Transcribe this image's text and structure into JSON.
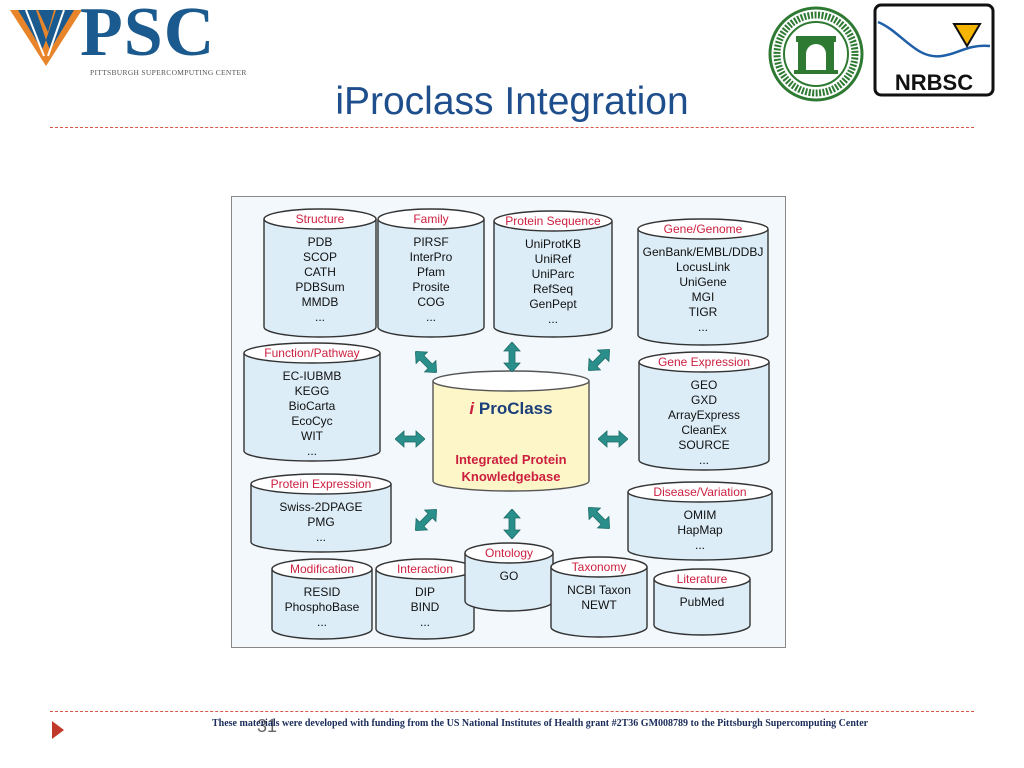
{
  "header": {
    "title": "iProclass Integration",
    "psc_logo": {
      "wordmark": "PSC",
      "subtitle": "PITTSBURGH SUPERCOMPUTING CENTER"
    },
    "nrbsc_logo": {
      "wordmark": "NRBSC"
    },
    "seal_text": "RECINTO UNIVERSITARIO DE MAYAGÜEZ · UNIVERSIDAD DE PUERTO RICO"
  },
  "diagram": {
    "center": {
      "prefix": "i",
      "name": "ProClass",
      "line1": "Integrated Protein",
      "line2": "Knowledgebase"
    },
    "databases": [
      {
        "title": "Structure",
        "items": [
          "PDB",
          "SCOP",
          "CATH",
          "PDBSum",
          "MMDB",
          "..."
        ]
      },
      {
        "title": "Family",
        "items": [
          "PIRSF",
          "InterPro",
          "Pfam",
          "Prosite",
          "COG",
          "..."
        ]
      },
      {
        "title": "Protein Sequence",
        "items": [
          "UniProtKB",
          "UniRef",
          "UniParc",
          "RefSeq",
          "GenPept",
          "..."
        ]
      },
      {
        "title": "Gene/Genome",
        "items": [
          "GenBank/EMBL/DDBJ",
          "LocusLink",
          "UniGene",
          "MGI",
          "TIGR",
          "..."
        ]
      },
      {
        "title": "Function/Pathway",
        "items": [
          "EC-IUBMB",
          "KEGG",
          "BioCarta",
          "EcoCyc",
          "WIT",
          "..."
        ]
      },
      {
        "title": "Gene Expression",
        "items": [
          "GEO",
          "GXD",
          "ArrayExpress",
          "CleanEx",
          "SOURCE",
          "..."
        ]
      },
      {
        "title": "Protein Expression",
        "items": [
          "Swiss-2DPAGE",
          "PMG",
          "..."
        ]
      },
      {
        "title": "Disease/Variation",
        "items": [
          "OMIM",
          "HapMap",
          "..."
        ]
      },
      {
        "title": "Modification",
        "items": [
          "RESID",
          "PhosphoBase",
          "..."
        ]
      },
      {
        "title": "Interaction",
        "items": [
          "DIP",
          "BIND",
          "..."
        ]
      },
      {
        "title": "Ontology",
        "items": [
          "GO"
        ]
      },
      {
        "title": "Taxonomy",
        "items": [
          "NCBI Taxon",
          "NEWT"
        ]
      },
      {
        "title": "Literature",
        "items": [
          "PubMed"
        ]
      }
    ]
  },
  "footer": {
    "page_number": "31",
    "text": "These materials were developed with funding from the US National Institutes of Health grant #2T36 GM008789 to the Pittsburgh Supercomputing Center"
  },
  "colors": {
    "title": "#1f4e8c",
    "accent_red": "#cc1f3f",
    "cylinder_fill": "#dcedf7",
    "center_fill": "#fdf6c8",
    "arrow_fill": "#2a8f8a",
    "rule": "#d8584a"
  }
}
